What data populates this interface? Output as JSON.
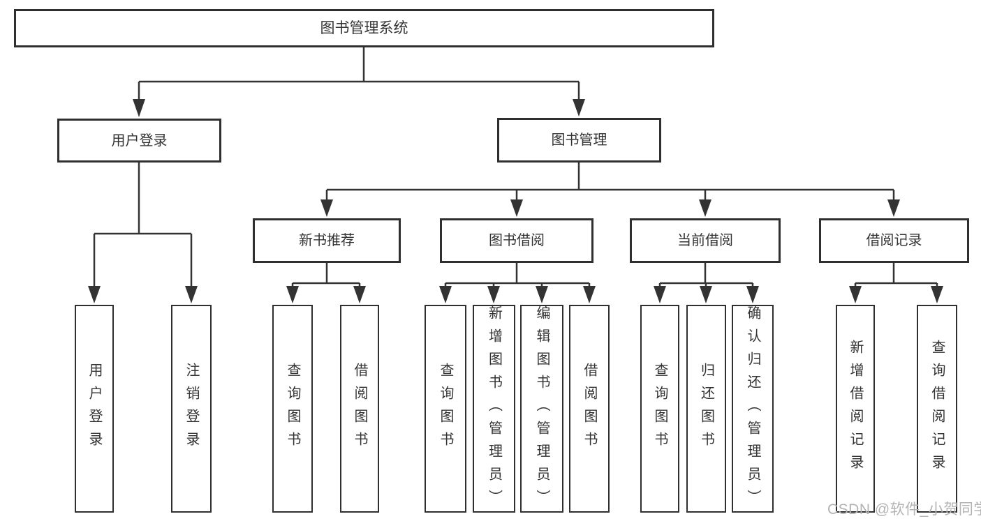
{
  "root": {
    "label": "图书管理系统"
  },
  "level2": {
    "user_login": {
      "label": "用户登录"
    },
    "book_management": {
      "label": "图书管理"
    }
  },
  "level3": {
    "new_book_recommend": {
      "label": "新书推荐"
    },
    "book_borrow": {
      "label": "图书借阅"
    },
    "current_borrow": {
      "label": "当前借阅"
    },
    "borrow_record": {
      "label": "借阅记录"
    }
  },
  "leaves": {
    "user_login": {
      "login": "用户登录",
      "logout": "注销登录"
    },
    "new_book_recommend": {
      "query_books": "查询图书",
      "borrow_books": "借阅图书"
    },
    "book_borrow": {
      "query_books": "查询图书",
      "add_books": "新增图书（管理员）",
      "edit_books": "编辑图书（管理员）",
      "borrow_books": "借阅图书"
    },
    "current_borrow": {
      "query_books": "查询图书",
      "return_books": "归还图书",
      "confirm_return": "确认归还（管理员）"
    },
    "borrow_record": {
      "add_record": "新增借阅记录",
      "query_record": "查询借阅记录"
    }
  },
  "watermark": {
    "text": "CSDN @软件_小贺同学"
  },
  "colors": {
    "line": "#333333",
    "box_border": "#2f2f2f",
    "text": "#333333",
    "watermark": "#b3b3b3",
    "background": "#ffffff"
  }
}
